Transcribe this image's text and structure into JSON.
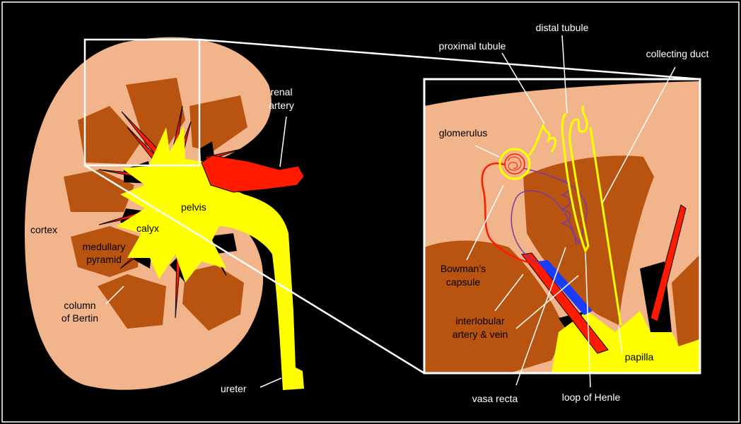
{
  "colors": {
    "background": "#000000",
    "frame": "#ffffff",
    "cortex": "#f2b48a",
    "pyramid": "#b85410",
    "pelvis": "#ffff00",
    "artery": "#ff1a00",
    "vein": "#1a3cff",
    "vasa_recta": "#7a3aa0",
    "labels": "#ffffff",
    "inner_labels": "#000000"
  },
  "labels": {
    "renal_artery_1": "renal",
    "renal_artery_2": "artery",
    "cortex": "cortex",
    "pelvis": "pelvis",
    "calyx": "calyx",
    "medullary_pyramid_1": "medullary",
    "medullary_pyramid_2": "pyramid",
    "column_of_bertin_1": "column",
    "column_of_bertin_2": "of Bertin",
    "ureter": "ureter",
    "proximal_tubule": "proximal tubule",
    "distal_tubule": "distal tubule",
    "collecting_duct": "collecting duct",
    "glomerulus": "glomerulus",
    "bowmans_capsule_1": "Bowman’s",
    "bowmans_capsule_2": "capsule",
    "interlobular_1": "interlobular",
    "interlobular_2": "artery & vein",
    "papilla": "papilla",
    "vasa_recta": "vasa recta",
    "loop_of_henle": "loop of Henle"
  }
}
